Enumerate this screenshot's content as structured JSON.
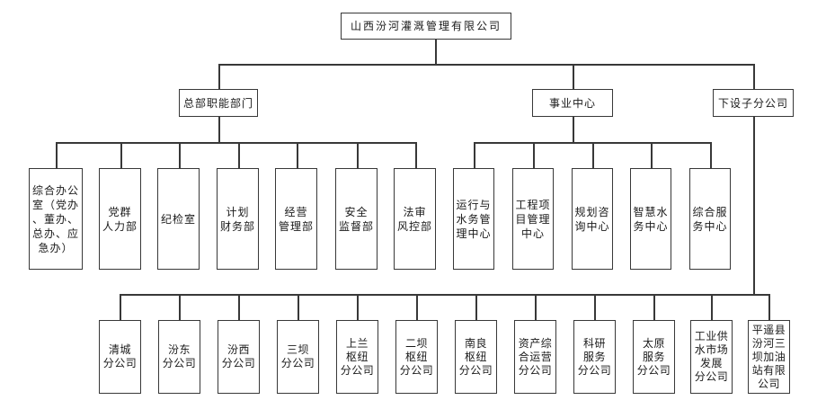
{
  "org_chart": {
    "root": {
      "label": "山西汾河灌溉管理有限公司"
    },
    "branches": [
      {
        "label": "总部职能部门",
        "children": [
          {
            "label": "综合办公\n室（党办\n、董办、\n总办、应\n急办）"
          },
          {
            "label": "党群\n人力部"
          },
          {
            "label": "纪检室"
          },
          {
            "label": "计划\n财务部"
          },
          {
            "label": "经营\n管理部"
          },
          {
            "label": "安全\n监督部"
          },
          {
            "label": "法审\n风控部"
          }
        ]
      },
      {
        "label": "事业中心",
        "children": [
          {
            "label": "运行与\n水务管\n理中心"
          },
          {
            "label": "工程项\n目管理\n中心"
          },
          {
            "label": "规划咨\n询中心"
          },
          {
            "label": "智慧水\n务中心"
          },
          {
            "label": "综合服\n务中心"
          }
        ]
      },
      {
        "label": "下设子分公司",
        "children": [
          {
            "label": "清城\n分公司"
          },
          {
            "label": "汾东\n分公司"
          },
          {
            "label": "汾西\n分公司"
          },
          {
            "label": "三坝\n分公司"
          },
          {
            "label": "上兰\n枢纽\n分公司"
          },
          {
            "label": "二坝\n枢纽\n分公司"
          },
          {
            "label": "南良\n枢纽\n分公司"
          },
          {
            "label": "资产综\n合运营\n分公司"
          },
          {
            "label": "科研\n服务\n分公司"
          },
          {
            "label": "太原\n服务\n分公司"
          },
          {
            "label": "工业供\n水市场\n发展\n分公司"
          },
          {
            "label": "平遥县\n汾河三\n坝加油\n站有限\n公司"
          }
        ]
      }
    ]
  }
}
